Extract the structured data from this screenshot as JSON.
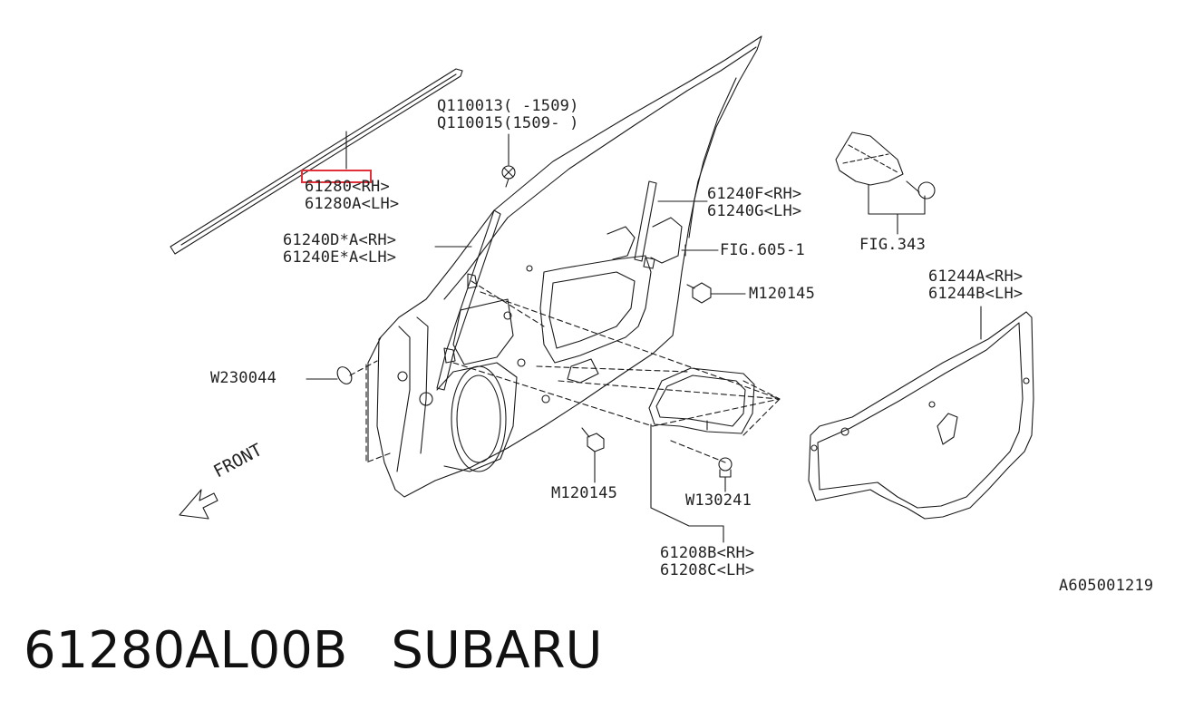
{
  "labels": {
    "q_top": "Q110013( -1509)",
    "q_bottom": "Q110015(1509- )",
    "p61280": "61280<RH>",
    "p61280a": "61280A<LH>",
    "p61240d": "61240D*A<RH>",
    "p61240e": "61240E*A<LH>",
    "p61240f": "61240F<RH>",
    "p61240g": "61240G<LH>",
    "fig605": "FIG.605-1",
    "m120145_top": "M120145",
    "fig343": "FIG.343",
    "p61244a": "61244A<RH>",
    "p61244b": "61244B<LH>",
    "w230044": "W230044",
    "m120145_bottom": "M120145",
    "w130241": "W130241",
    "p61208b": "61208B<RH>",
    "p61208c": "61208C<LH>",
    "ref_code": "A605001219",
    "front": "FRONT"
  },
  "caption": {
    "part_number": "61280AL00B",
    "brand": "SUBARU"
  },
  "colors": {
    "line": "#1a1a1a",
    "highlight": "#e0303a",
    "background": "#ffffff"
  }
}
